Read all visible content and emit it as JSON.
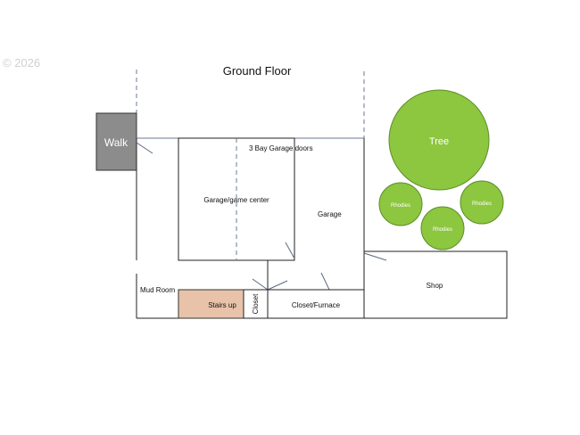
{
  "watermark": "© 2026",
  "title": "Ground Floor",
  "rooms": {
    "walk": "Walk",
    "garage_doors": "3 Bay Garage doors",
    "garage_game_center": "Garage/game center",
    "garage": "Garage",
    "mud_room": "Mud Room",
    "stairs_up": "Stairs up",
    "closet": "Closet",
    "closet_furnace": "Closet/Furnace",
    "shop": "Shop"
  },
  "landscape": {
    "tree": "Tree",
    "rhodies_left": "Rhodies",
    "rhodies_right": "Rhodies",
    "rhodies_bottom": "Rhodies"
  },
  "colors": {
    "walk": "#8c8c8c",
    "stairs": "#e8c3aa",
    "foliage": "#8dc63f",
    "foliage_stroke": "#5c8e2a"
  }
}
